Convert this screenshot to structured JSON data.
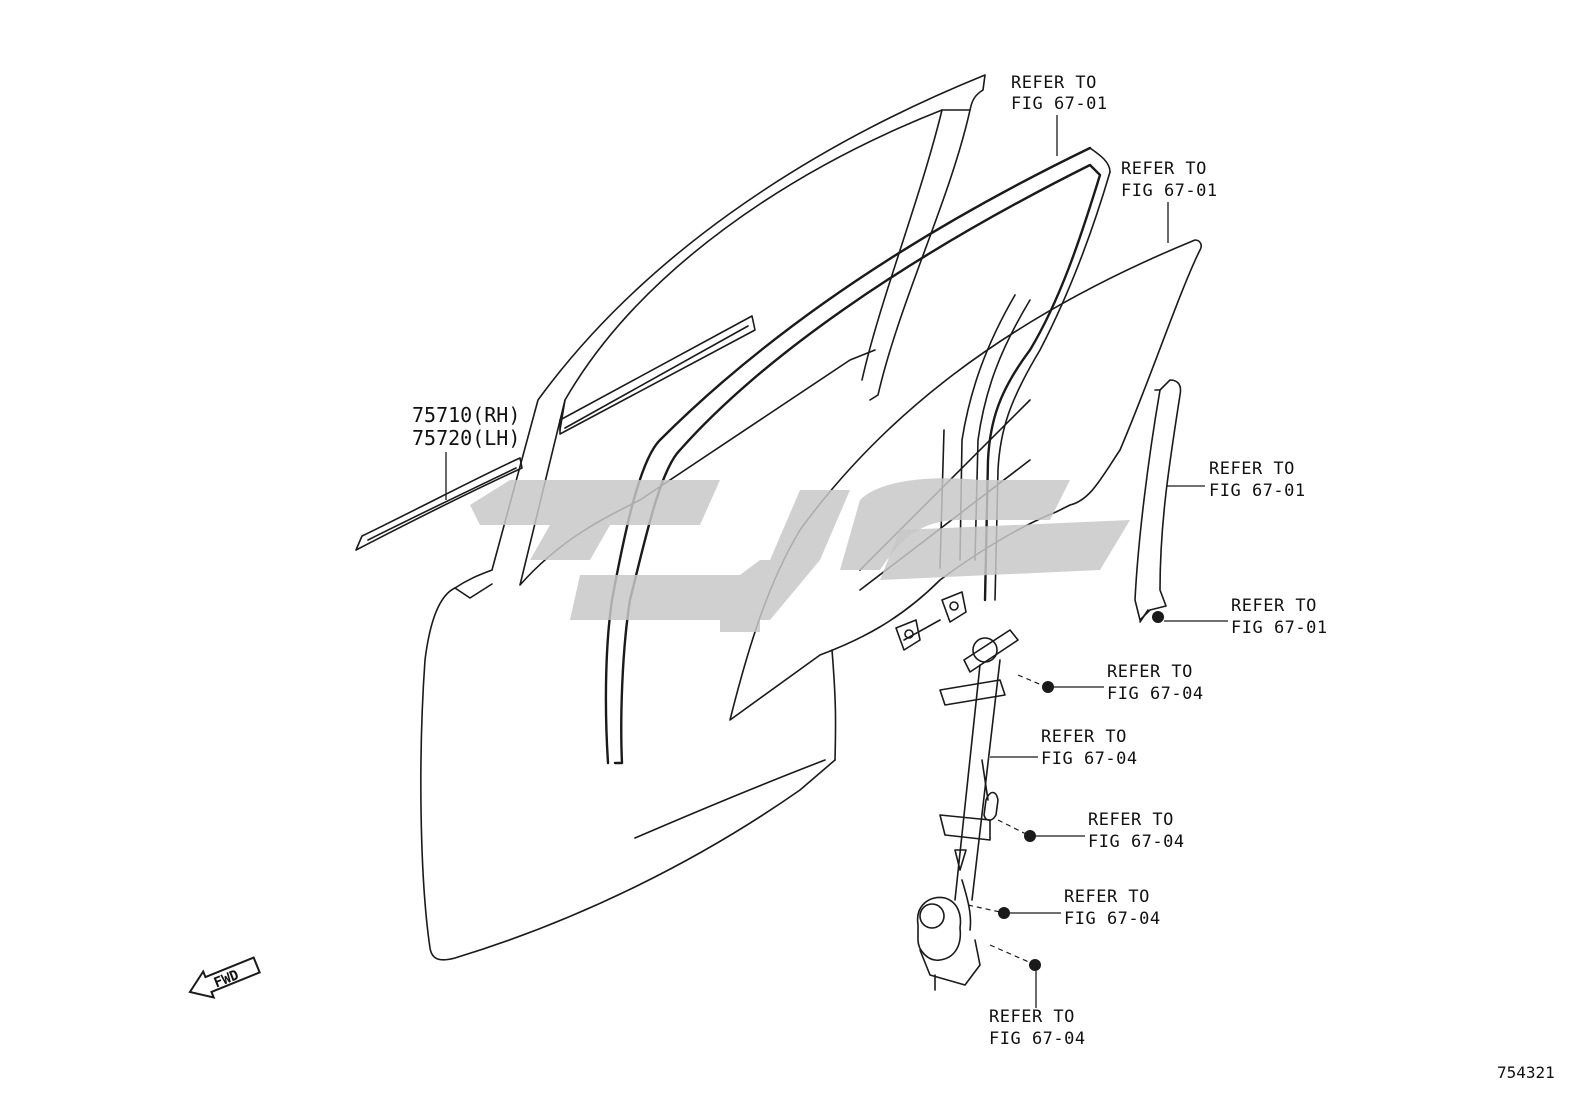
{
  "part_labels": {
    "rh": "75710(RH)",
    "lh": "75720(LH)"
  },
  "callouts": [
    {
      "line1": "REFER TO",
      "line2": "FIG 67-01"
    },
    {
      "line1": "REFER TO",
      "line2": "FIG 67-01"
    },
    {
      "line1": "REFER TO",
      "line2": "FIG 67-01"
    },
    {
      "line1": "REFER TO",
      "line2": "FIG 67-01"
    },
    {
      "line1": "REFER TO",
      "line2": "FIG 67-04"
    },
    {
      "line1": "REFER TO",
      "line2": "FIG 67-04"
    },
    {
      "line1": "REFER TO",
      "line2": "FIG 67-04"
    },
    {
      "line1": "REFER TO",
      "line2": "FIG 67-04"
    },
    {
      "line1": "REFER TO",
      "line2": "FIG 67-04"
    }
  ],
  "fwd_arrow": {
    "label": "FWD"
  },
  "diagram_id": "754321"
}
